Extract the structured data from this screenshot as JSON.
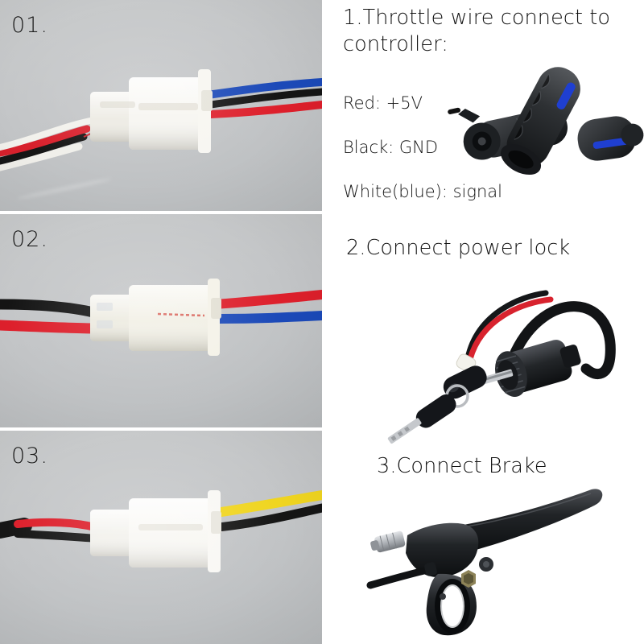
{
  "photos": [
    {
      "label": "01.",
      "caption_alt": "Throttle connector: red, black, white wires joined to blue, black, red wires through white 3-pin connector",
      "left_wires": [
        "red",
        "black",
        "white"
      ],
      "right_wires": [
        "blue",
        "black",
        "red"
      ],
      "connector": "white-3pin"
    },
    {
      "label": "02.",
      "caption_alt": "Power lock connector: black and red wires joined to red and blue wires through white 2-pin connector",
      "left_wires": [
        "black",
        "red"
      ],
      "right_wires": [
        "red",
        "blue"
      ],
      "connector": "white-2pin"
    },
    {
      "label": "03.",
      "caption_alt": "Brake connector: red and black wires joined to yellow and black wires through white 2-pin connector",
      "left_wires": [
        "red",
        "black"
      ],
      "right_wires": [
        "yellow",
        "black"
      ],
      "connector": "white-2pin"
    }
  ],
  "sections": [
    {
      "heading": "1.Throttle wire connect to controller:",
      "specs": [
        "Red: +5V",
        "Black: GND",
        "White(blue): signal"
      ],
      "product": "throttle-grip-pair"
    },
    {
      "heading": "2.Connect power lock",
      "specs": [],
      "product": "key-power-lock"
    },
    {
      "heading": "3.Connect Brake",
      "specs": [],
      "product": "brake-lever"
    }
  ],
  "colors": {
    "wire_red": "#e0202c",
    "wire_black": "#111111",
    "wire_white": "#f2f2f2",
    "wire_blue": "#1b49b8",
    "wire_yellow": "#f2d21a",
    "connector_white": "#f4f3ee",
    "photo_bg": "#c5c7c8",
    "text": "#131313",
    "accent_blue": "#1f3fd1",
    "page_bg": "#ffffff"
  }
}
